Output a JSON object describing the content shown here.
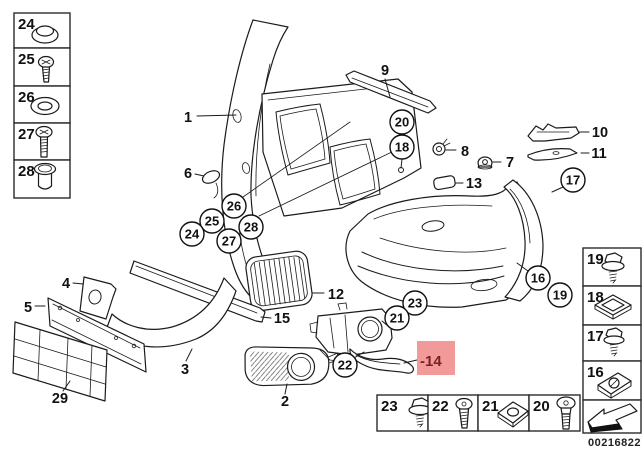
{
  "diagram": {
    "id_number": "00216822",
    "highlighted_part_label": "-14"
  },
  "colors": {
    "highlight_bg": "#f29a9a",
    "highlight_text": "#7c2022",
    "line_art": "#1b1b1b"
  },
  "callouts": {
    "plain": {
      "p1": "1",
      "p2": "2",
      "p3": "3",
      "p4": "4",
      "p5": "5",
      "p6": "6",
      "p7": "7",
      "p8": "8",
      "p9": "9",
      "p10": "10",
      "p11": "11",
      "p12": "12",
      "p13": "13",
      "p15": "15",
      "p29": "29"
    },
    "circled": {
      "c16": "16",
      "c17": "17",
      "c18": "18",
      "c19": "19",
      "c20": "20",
      "c21": "21",
      "c22": "22",
      "c23": "23",
      "c24": "24",
      "c25": "25",
      "c26": "26",
      "c27": "27",
      "c28": "28"
    }
  },
  "legend_left": {
    "items": [
      {
        "number": "24",
        "icon": "grommet-cap-icon"
      },
      {
        "number": "25",
        "icon": "phillips-screw-icon"
      },
      {
        "number": "26",
        "icon": "washer-icon"
      },
      {
        "number": "27",
        "icon": "long-bolt-icon"
      },
      {
        "number": "28",
        "icon": "expansion-sleeve-icon"
      }
    ]
  },
  "legend_right": {
    "items": [
      {
        "number": "19",
        "icon": "hex-washer-screw-icon"
      },
      {
        "number": "18",
        "icon": "square-clip-nut-icon"
      },
      {
        "number": "17",
        "icon": "hex-washer-screw-icon"
      },
      {
        "number": "16",
        "icon": "sheet-metal-clip-icon"
      }
    ],
    "arrow_icon": "front-direction-arrow-icon"
  },
  "legend_bottom": {
    "items": [
      {
        "number": "23",
        "icon": "hex-washer-screw-icon"
      },
      {
        "number": "22",
        "icon": "torx-screw-icon"
      },
      {
        "number": "21",
        "icon": "clip-nut-icon"
      },
      {
        "number": "20",
        "icon": "shoulder-screw-icon"
      }
    ]
  }
}
